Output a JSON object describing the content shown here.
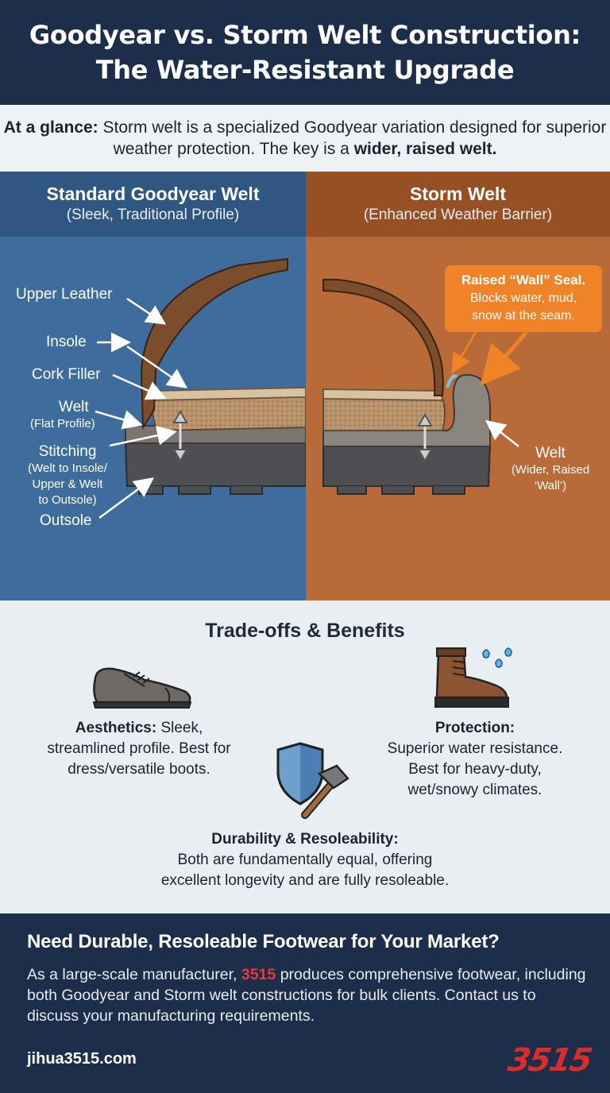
{
  "header": {
    "title_line1": "Goodyear vs. Storm Welt Construction:",
    "title_line2": "The Water-Resistant Upgrade"
  },
  "glance": {
    "label": "At a glance:",
    "text": "Storm welt is a specialized Goodyear variation designed for superior weather protection. The key is a",
    "emphasis": "wider, raised welt."
  },
  "standard": {
    "title": "Standard Goodyear Welt",
    "subtitle": "(Sleek, Traditional Profile)",
    "labels": {
      "upper": "Upper Leather",
      "insole": "Insole",
      "cork": "Cork Filler",
      "welt": "Welt",
      "welt_note": "(Flat Profile)",
      "stitching": "Stitching",
      "stitching_note_1": "(Welt to Insole/",
      "stitching_note_2": "Upper & Welt",
      "stitching_note_3": "to Outsole)",
      "outsole": "Outsole"
    }
  },
  "storm": {
    "title": "Storm Welt",
    "subtitle": "(Enhanced Weather Barrier)",
    "callout_title": "Raised “Wall” Seal.",
    "callout_line1": "Blocks water, mud,",
    "callout_line2": "snow at the seam.",
    "welt": "Welt",
    "welt_note_1": "(Wider, Raised",
    "welt_note_2": "‘Wall’)"
  },
  "tradeoffs": {
    "heading": "Trade-offs & Benefits",
    "aesthetics_label": "Aesthetics:",
    "aesthetics_line1": "Sleek,",
    "aesthetics_line2": "streamlined profile. Best for",
    "aesthetics_line3": "dress/versatile boots.",
    "protection_label": "Protection:",
    "protection_line1": "Superior water resistance.",
    "protection_line2": "Best for heavy-duty,",
    "protection_line3": "wet/snowy climates.",
    "durability_label": "Durability & Resoleability:",
    "durability_line1": "Both are fundamentally equal, offering",
    "durability_line2": "excellent longevity and are fully resoleable."
  },
  "footer": {
    "heading": "Need Durable, Resoleable Footwear for Your Market?",
    "text_before": "As a large-scale manufacturer,",
    "brand": "3515",
    "text_after": "produces comprehensive footwear, including both Goodyear and Storm welt constructions for bulk clients. Contact us to discuss your manufacturing requirements.",
    "url": "jihua3515.com",
    "logo": "3515"
  },
  "colors": {
    "navy": "#1d2e4b",
    "blue_panel": "#3e6c9c",
    "orange_panel": "#b86a39",
    "callout": "#f08227",
    "brand_red": "#e53a3a"
  }
}
